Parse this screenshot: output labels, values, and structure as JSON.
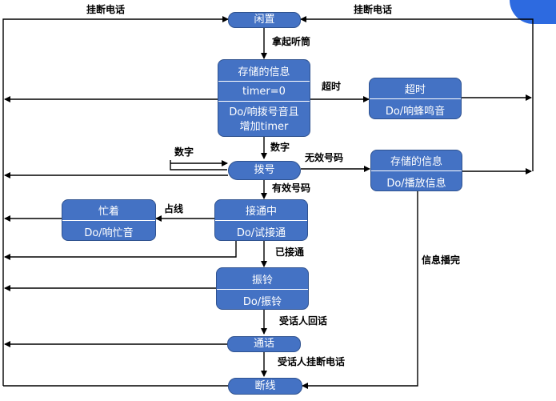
{
  "states": {
    "idle": "闲置",
    "stored_info_1": {
      "title": "存储的信息",
      "vars": "timer=0",
      "action_1": "Do/响拨号音且",
      "action_2": "增加timer"
    },
    "timeout": {
      "title": "超时",
      "action": "Do/响蜂鸣音"
    },
    "dialing": "拨号",
    "stored_info_2": {
      "title": "存储的信息",
      "action": "Do/播放信息"
    },
    "busy": {
      "title": "忙着",
      "action": "Do/响忙音"
    },
    "connecting": {
      "title": "接通中",
      "action": "Do/试接通"
    },
    "ringing": {
      "title": "振铃",
      "action": "Do/振铃"
    },
    "talking": "通话",
    "disconnected": "断线"
  },
  "transitions": {
    "hangup_left": "挂断电话",
    "hangup_right": "挂断电话",
    "pick_up": "拿起听筒",
    "timeout": "超时",
    "digit_self": "数字",
    "digit": "数字",
    "invalid_number": "无效号码",
    "valid_number": "有效号码",
    "line_busy": "占线",
    "connected": "已接通",
    "message_done": "信息播完",
    "callee_answers": "受话人回话",
    "callee_hangs_up": "受话人挂断电话"
  }
}
